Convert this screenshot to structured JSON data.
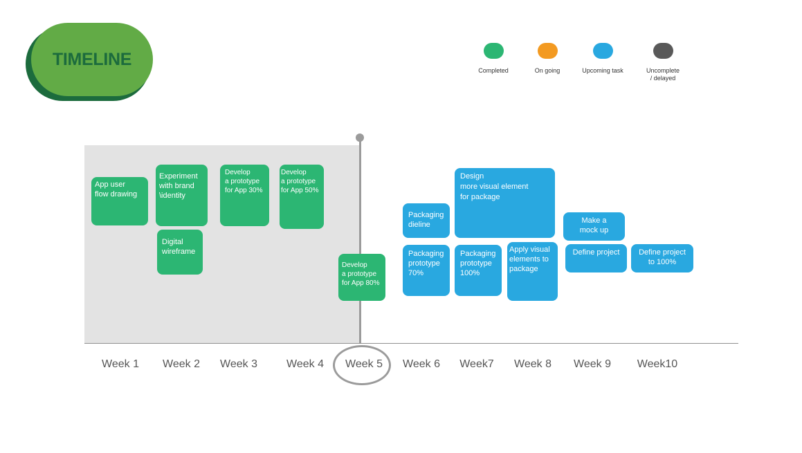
{
  "title": "TIMELINE",
  "legend": [
    {
      "label": "Completed",
      "color": "#2cb673"
    },
    {
      "label": "On going",
      "color": "#f39a21"
    },
    {
      "label": "Upcoming task",
      "color": "#29a8e0"
    },
    {
      "label": "Uncomplete\n/ delayed",
      "color": "#595959"
    }
  ],
  "weeks": [
    "Week 1",
    "Week 2",
    "Week 3",
    "Week 4",
    "Week 5",
    "Week 6",
    "Week7",
    "Week 8",
    "Week 9",
    "Week10"
  ],
  "current_week": "Week 5",
  "tasks": {
    "app_user_flow": "App user\nflow drawing",
    "experiment_brand": "Experiment\nwith brand\n\\identity",
    "digital_wireframe": "Digital\nwireframe",
    "prototype_30": "Develop\na prototype\nfor App 30%",
    "prototype_50": "Develop\na prototype\nfor App 50%",
    "prototype_80": "Develop\na prototype\nfor App 80%",
    "packaging_dieline": "Packaging\ndieline",
    "packaging_prototype_70": "Packaging\nprototype\n70%",
    "design_visual_element": "Design\nmore visual element\nfor package",
    "packaging_prototype_100": "Packaging\nprototype\n100%",
    "apply_visual_elements": "Apply visual\nelements to\npackage",
    "make_mock_up": "Make a\nmock up",
    "define_project": "Define project",
    "define_project_100": "Define project\nto 100%"
  }
}
